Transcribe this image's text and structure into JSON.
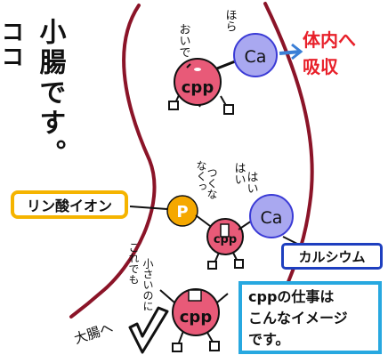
{
  "vertical_title": [
    "ココ",
    "小腸です。"
  ],
  "absorb_label": [
    "体内へ",
    "吸収"
  ],
  "phosphate_label": "リン酸イオン",
  "calcium_label": "カルシウム",
  "caption_lines": [
    "cppの仕事は",
    "こんなイメージ",
    "です。"
  ],
  "large_intestine_label": "大腸へ",
  "particles": {
    "cpp": "cpp",
    "ca": "Ca",
    "p": "P"
  },
  "speech": {
    "top": "ほらおいで",
    "middle_left": "なくっつくな",
    "middle_right": "はいはい",
    "bottom": "これでも小さいのに"
  },
  "colors": {
    "wall": "#8b1428",
    "cpp": "#e85a78",
    "ca": "#a9a8f0",
    "ca_outline": "#3b3bd6",
    "p": "#f5a800",
    "phosphate_border": "#f5b400",
    "calcium_border": "#1e3fbf",
    "caption_border": "#27a8e0",
    "absorb": "#e8202a"
  }
}
